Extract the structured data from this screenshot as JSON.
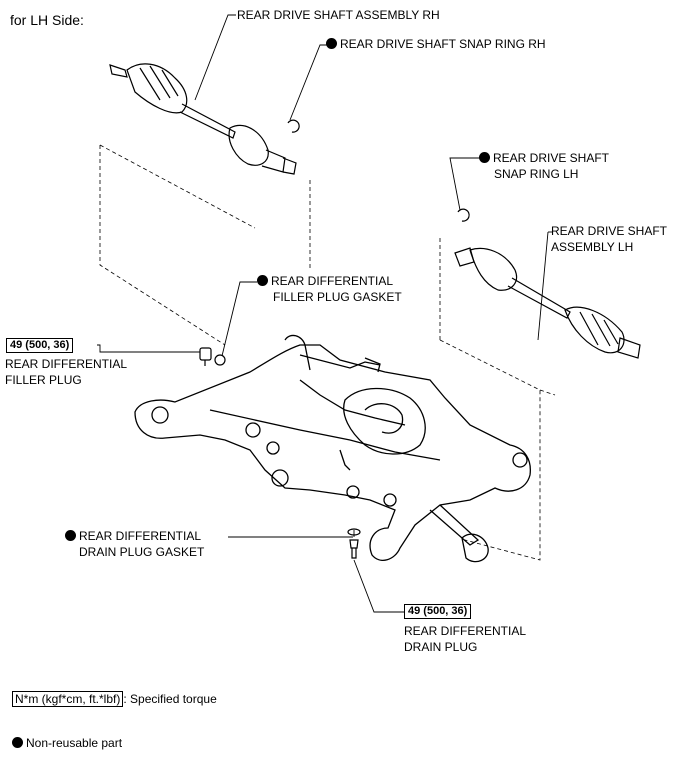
{
  "heading": "for LH Side:",
  "labels": {
    "shaft_rh": "REAR DRIVE SHAFT ASSEMBLY RH",
    "snap_rh": "REAR DRIVE SHAFT SNAP RING RH",
    "snap_lh_1": "REAR DRIVE SHAFT",
    "snap_lh_2": "SNAP RING LH",
    "shaft_lh_1": "REAR DRIVE SHAFT",
    "shaft_lh_2": "ASSEMBLY LH",
    "filler_gasket_1": "REAR DIFFERENTIAL",
    "filler_gasket_2": "FILLER PLUG GASKET",
    "filler_plug_torque": "49 (500, 36)",
    "filler_plug_1": "REAR DIFFERENTIAL",
    "filler_plug_2": "FILLER PLUG",
    "drain_gasket_1": "REAR DIFFERENTIAL",
    "drain_gasket_2": "DRAIN PLUG GASKET",
    "drain_plug_torque": "49 (500, 36)",
    "drain_plug_1": "REAR DIFFERENTIAL",
    "drain_plug_2": "DRAIN PLUG"
  },
  "legend": {
    "torque_box": "N*m (kgf*cm, ft.*lbf)",
    "torque_text": ": Specified torque",
    "nonreusable_text": "Non-reusable part"
  }
}
